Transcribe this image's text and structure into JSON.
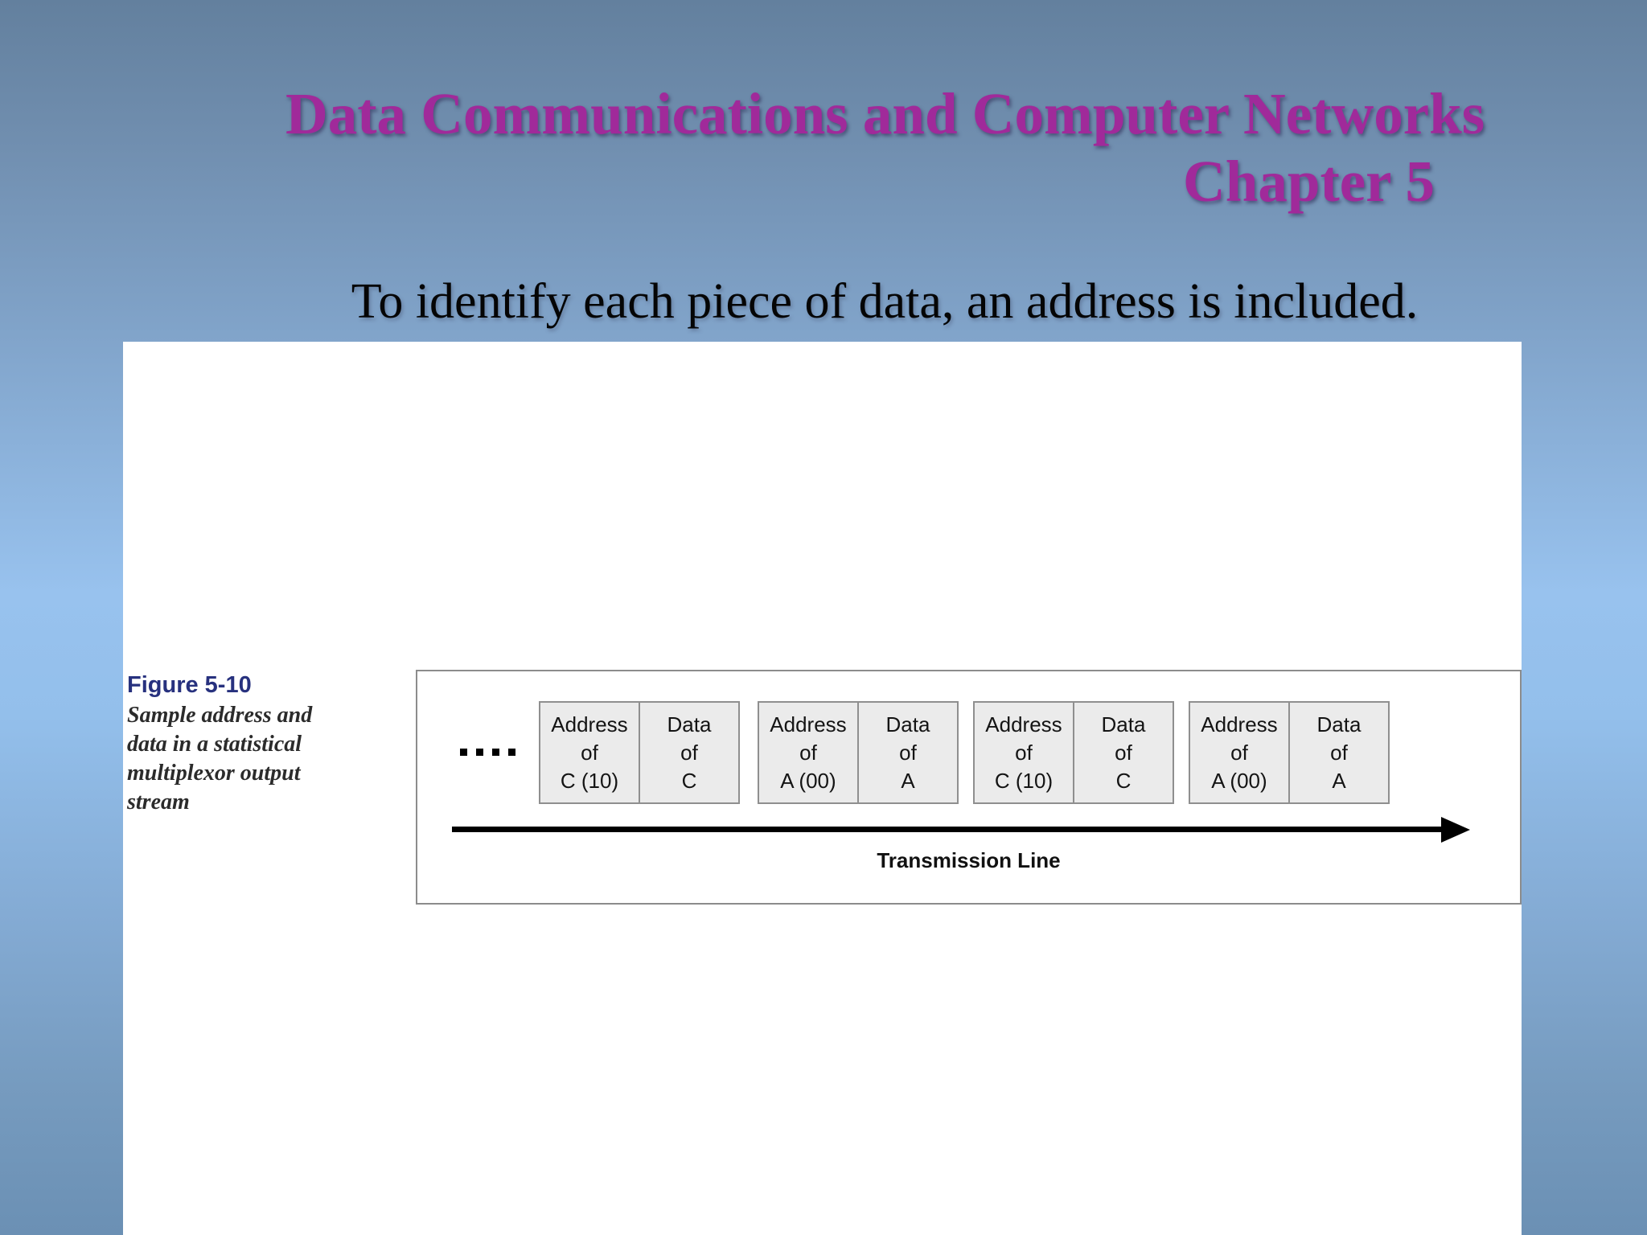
{
  "slide": {
    "title": "Data Communications and Computer Networks",
    "chapter": "Chapter 5",
    "subtitle": "To identify each piece of data, an address is included."
  },
  "figure": {
    "label": "Figure 5-10",
    "caption_lines": {
      "0": "Sample address and",
      "1": "data in a statistical",
      "2": "multiplexor output",
      "3": "stream"
    },
    "ellipsis": "....",
    "pairs": {
      "0": {
        "address": "Address\nof\nC (10)",
        "data": "Data\nof\nC"
      },
      "1": {
        "address": "Address\nof\nA (00)",
        "data": "Data\nof\nA"
      },
      "2": {
        "address": "Address\nof\nC (10)",
        "data": "Data\nof\nC"
      },
      "3": {
        "address": "Address\nof\nA (00)",
        "data": "Data\nof\nA"
      }
    },
    "transmission_label": "Transmission Line"
  },
  "colors": {
    "title_text": "#a02a9a",
    "subtitle_text": "#050505",
    "figure_label_text": "#27317e",
    "background_top": "#63809e",
    "background_middle": "#98c2ee",
    "background_bottom": "#6b90b4",
    "box_fill": "#ebebeb",
    "box_border": "#8f8f8f"
  }
}
